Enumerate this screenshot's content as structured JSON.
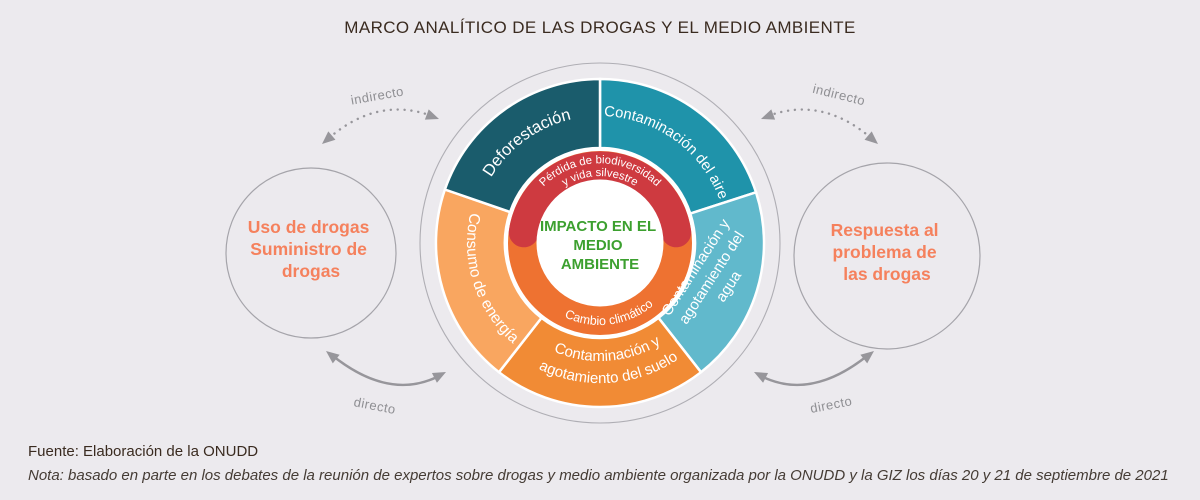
{
  "title": "MARCO ANALÍTICO DE LAS DROGAS Y EL MEDIO AMBIENTE",
  "colors": {
    "background": "#ECEAEE",
    "title_text": "#3A2B20",
    "connector_gray": "#97969B",
    "circle_outline": "#A5A4AA",
    "side_circle_text": "#F5815D",
    "center_text_green": "#3CA02F"
  },
  "wheel": {
    "center_label": {
      "line1": "IMPACTO EN EL",
      "line2": "MEDIO",
      "line3": "AMBIENTE"
    },
    "inner_ring": {
      "top": {
        "label_line1": "Pérdida de biodiversidad",
        "label_line2": "y vida silvestre",
        "color": "#CE3A40"
      },
      "bottom": {
        "label": "Cambio climático",
        "color": "#EE7231"
      }
    },
    "segments": [
      {
        "id": "deforestacion",
        "label": "Deforestación",
        "color": "#1A5C6C"
      },
      {
        "id": "aire",
        "label": "Contaminación del aire",
        "color": "#1F93AA"
      },
      {
        "id": "agua",
        "label_line1": "Contaminación y",
        "label_line2": "agotamiento del",
        "label_line3": "agua",
        "color": "#61B9CC"
      },
      {
        "id": "suelo",
        "label_line1": "Contaminación y",
        "label_line2": "agotamiento del suelo",
        "color": "#F18B35"
      },
      {
        "id": "energia",
        "label": "Consumo de energía",
        "color": "#F9A660"
      }
    ]
  },
  "left_circle": {
    "line1": "Uso de drogas",
    "line2": "Suministro de",
    "line3": "drogas"
  },
  "right_circle": {
    "line1": "Respuesta al",
    "line2": "problema de",
    "line3": "las drogas"
  },
  "connectors": {
    "top_left_label": "indirecto",
    "top_right_label": "indirecto",
    "bottom_left_label": "directo",
    "bottom_right_label": "directo"
  },
  "footer": {
    "source": "Fuente: Elaboración de la ONUDD",
    "note": "Nota: basado en parte en los debates de la reunión de expertos sobre drogas y medio ambiente organizada por la ONUDD y la GIZ los días 20 y 21 de septiembre de 2021"
  }
}
